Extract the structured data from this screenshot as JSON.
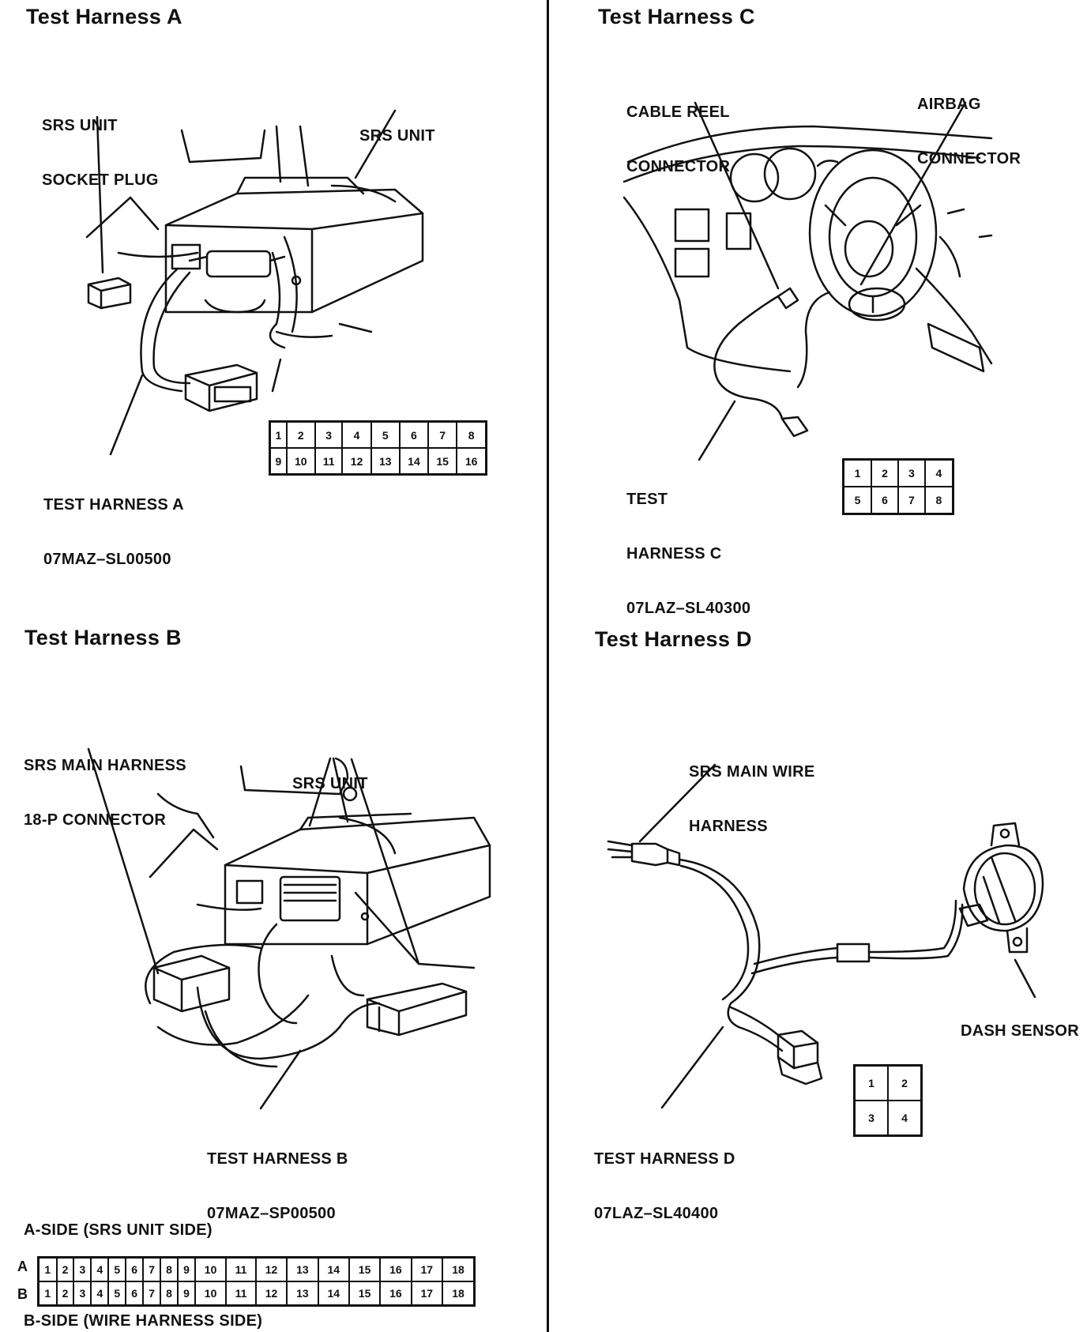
{
  "panels": {
    "a": {
      "title": "Test Harness A",
      "labels": {
        "socket_plug": [
          "SRS UNIT",
          "SOCKET PLUG"
        ],
        "srs_unit": [
          "SRS UNIT"
        ],
        "harness": [
          "TEST HARNESS A",
          "07MAZ–SL00500"
        ]
      },
      "pins": [
        [
          "1",
          "2",
          "3",
          "4",
          "5",
          "6",
          "7",
          "8"
        ],
        [
          "9",
          "10",
          "11",
          "12",
          "13",
          "14",
          "15",
          "16"
        ]
      ]
    },
    "b": {
      "title": "Test Harness B",
      "labels": {
        "main_harness": [
          "SRS MAIN HARNESS",
          "18-P CONNECTOR"
        ],
        "srs_unit": [
          "SRS UNIT"
        ],
        "harness": [
          "TEST HARNESS B",
          "07MAZ–SP00500"
        ]
      },
      "a_side_label": "A-SIDE (SRS UNIT SIDE)",
      "b_side_label": "B-SIDE (WIRE HARNESS SIDE)",
      "row_labels": [
        "A",
        "B"
      ],
      "pins": [
        [
          "1",
          "2",
          "3",
          "4",
          "5",
          "6",
          "7",
          "8",
          "9",
          "10",
          "11",
          "12",
          "13",
          "14",
          "15",
          "16",
          "17",
          "18"
        ],
        [
          "1",
          "2",
          "3",
          "4",
          "5",
          "6",
          "7",
          "8",
          "9",
          "10",
          "11",
          "12",
          "13",
          "14",
          "15",
          "16",
          "17",
          "18"
        ]
      ]
    },
    "c": {
      "title": "Test Harness C",
      "labels": {
        "cable_reel": [
          "CABLE REEL",
          "CONNECTOR"
        ],
        "airbag": [
          "AIRBAG",
          "CONNECTOR"
        ],
        "harness": [
          "TEST",
          "HARNESS C",
          "07LAZ–SL40300"
        ]
      },
      "pins": [
        [
          "1",
          "2",
          "3",
          "4"
        ],
        [
          "5",
          "6",
          "7",
          "8"
        ]
      ]
    },
    "d": {
      "title": "Test Harness D",
      "labels": {
        "main_wire": [
          "SRS MAIN WIRE",
          "HARNESS"
        ],
        "dash_sensor": [
          "DASH SENSOR"
        ],
        "harness": [
          "TEST HARNESS D",
          "07LAZ–SL40400"
        ]
      },
      "pins": [
        [
          "1",
          "2"
        ],
        [
          "3",
          "4"
        ]
      ]
    }
  }
}
